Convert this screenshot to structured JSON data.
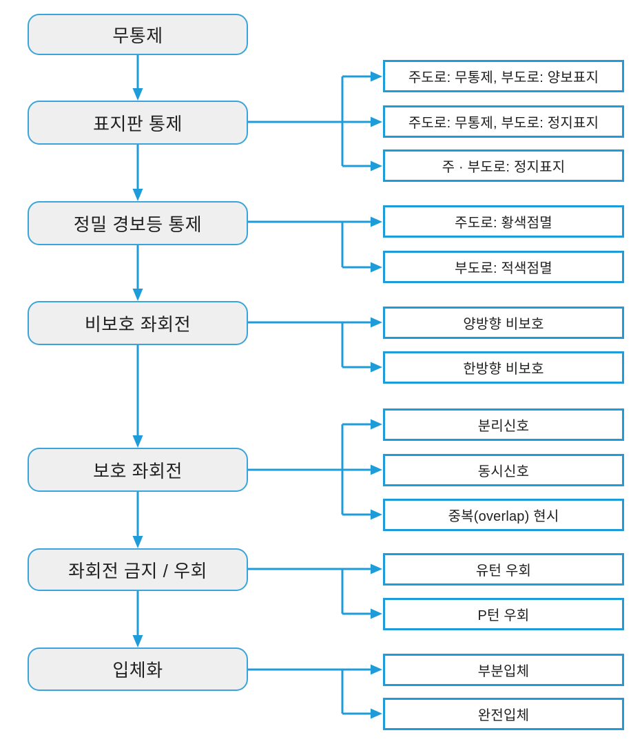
{
  "diagram": {
    "description": "intersection-control-hierarchy-flowchart",
    "colors": {
      "connector_blue": "#1e9cd9",
      "stage_border_blue": "#3aa4da",
      "stage_fill_gray": "#efefef",
      "leaf_fill_white": "#ffffff",
      "text_dark": "#1f1f1f"
    },
    "stages": [
      {
        "label": "무통제",
        "branches": []
      },
      {
        "label": "표지판 통제",
        "branches": [
          "주도로: 무통제, 부도로: 양보표지",
          "주도로: 무통제, 부도로: 정지표지",
          "주 · 부도로: 정지표지"
        ]
      },
      {
        "label": "정밀 경보등 통제",
        "branches": [
          "주도로: 황색점멸",
          "부도로: 적색점멸"
        ]
      },
      {
        "label": "비보호 좌회전",
        "branches": [
          "양방향 비보호",
          "한방향 비보호"
        ]
      },
      {
        "label": "보호 좌회전",
        "branches": [
          "분리신호",
          "동시신호",
          "중복(overlap) 현시"
        ]
      },
      {
        "label": "좌회전 금지 / 우회",
        "branches": [
          "유턴 우회",
          "P턴 우회"
        ]
      },
      {
        "label": "입체화",
        "branches": [
          "부분입체",
          "완전입체"
        ]
      }
    ]
  }
}
